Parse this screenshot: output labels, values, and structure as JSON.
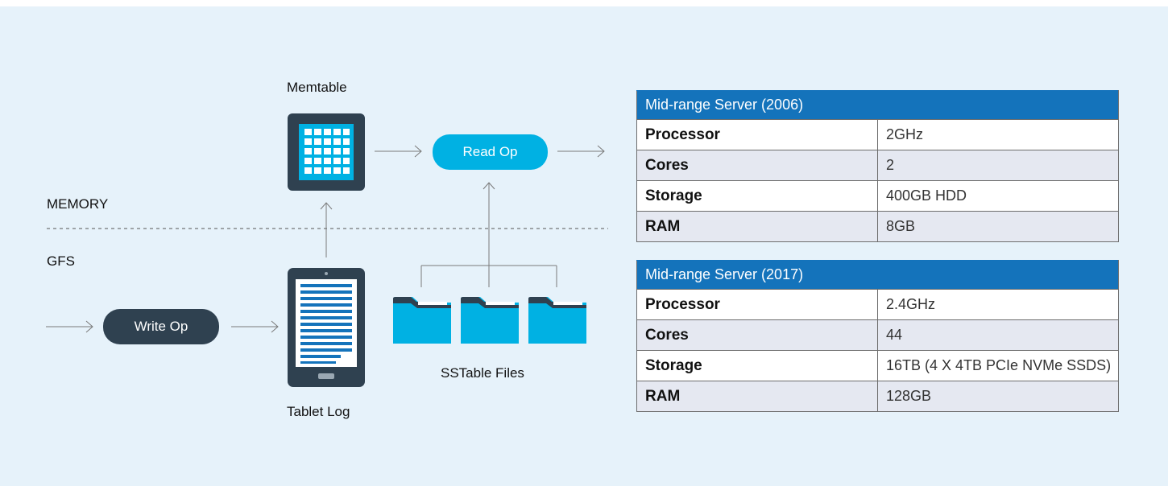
{
  "diagram": {
    "zones": {
      "memory": "MEMORY",
      "gfs": "GFS"
    },
    "nodes": {
      "memtable": "Memtable",
      "read_op": "Read Op",
      "write_op": "Write Op",
      "tablet_log": "Tablet Log",
      "sstable_files": "SSTable Files"
    },
    "colors": {
      "background": "#e6f2fa",
      "dark": "#2f4150",
      "cyan": "#00b1e3",
      "table_header": "#1473bb",
      "row_alt": "#e5e8f1"
    },
    "icons": [
      "grid-tablet-icon",
      "document-tablet-icon",
      "folder-icon"
    ]
  },
  "tables": [
    {
      "title": "Mid-range Server (2006)",
      "rows": [
        {
          "key": "Processor",
          "value": "2GHz"
        },
        {
          "key": "Cores",
          "value": "2"
        },
        {
          "key": "Storage",
          "value": "400GB HDD"
        },
        {
          "key": "RAM",
          "value": "8GB"
        }
      ]
    },
    {
      "title": "Mid-range Server (2017)",
      "rows": [
        {
          "key": "Processor",
          "value": "2.4GHz"
        },
        {
          "key": "Cores",
          "value": "44"
        },
        {
          "key": "Storage",
          "value": "16TB (4 X 4TB PCIe NVMe SSDS)"
        },
        {
          "key": "RAM",
          "value": "128GB"
        }
      ]
    }
  ]
}
